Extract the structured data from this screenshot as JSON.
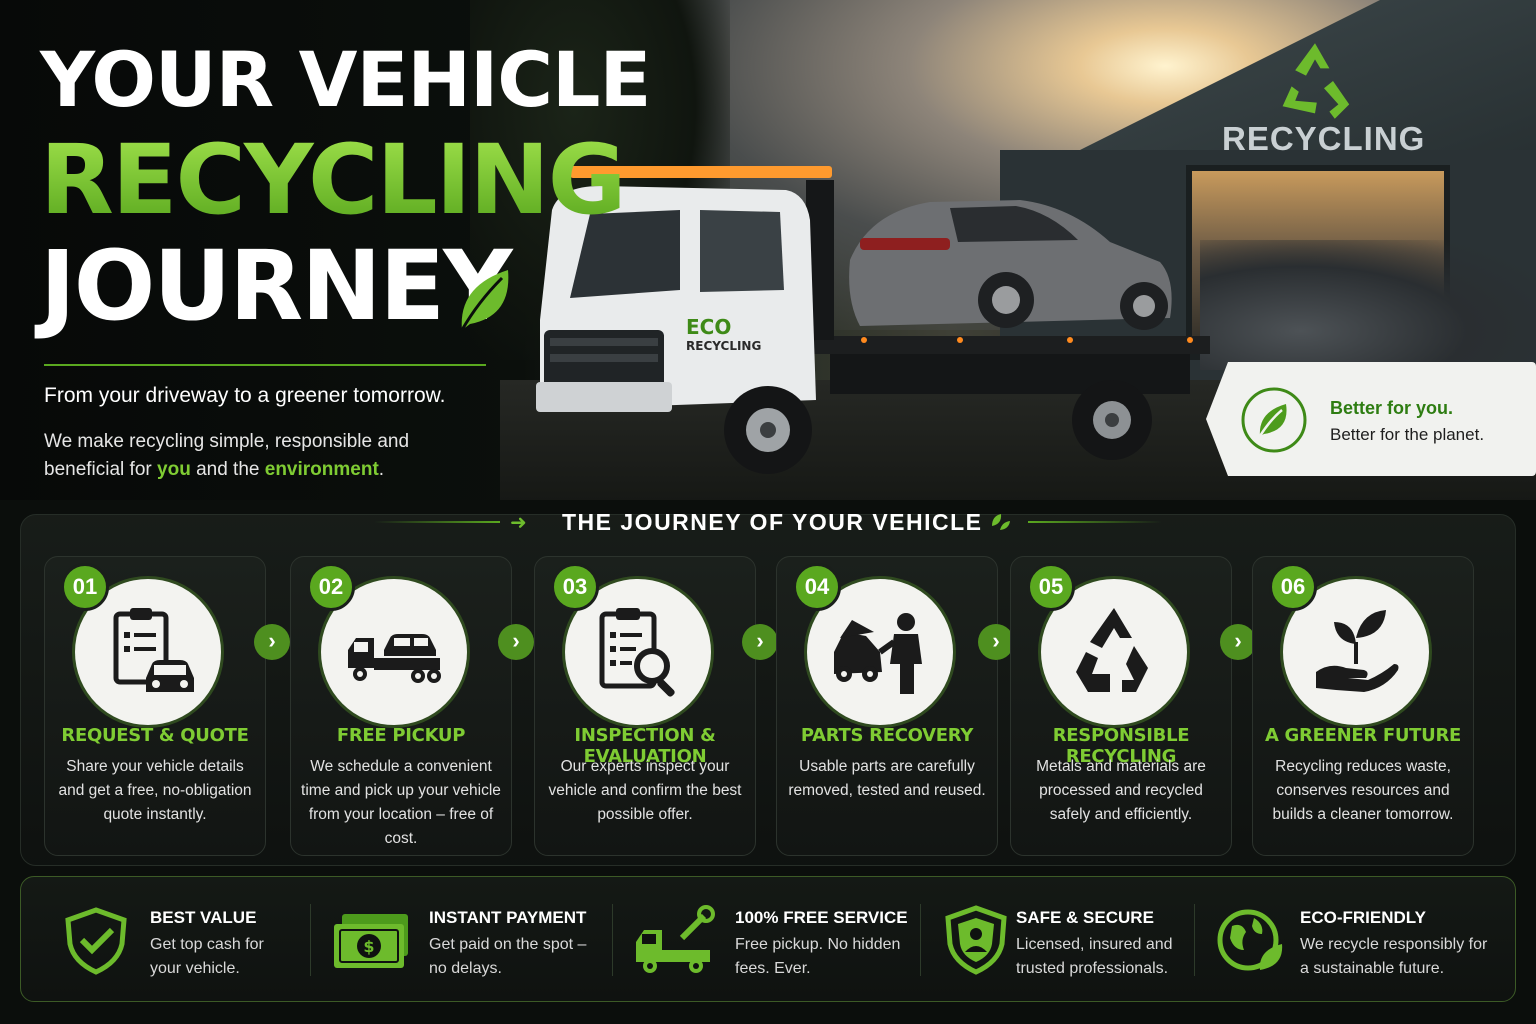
{
  "headline": {
    "line1": "YOUR VEHICLE",
    "line2": "RECYCLING",
    "line3": "JOURNEY"
  },
  "tagline": "From your driveway to a greener tomorrow.",
  "description": {
    "part1": "We make recycling simple, responsible and beneficial for ",
    "you": "you",
    "part2": " and the ",
    "environment": "environment",
    "part3": "."
  },
  "scene": {
    "warehouse_sign": "RECYCLING",
    "truck_logo_line1": "ECO",
    "truck_logo_line2": "RECYCLING"
  },
  "better": {
    "line1": "Better for you.",
    "line2": "Better for the planet."
  },
  "journey": {
    "title": "THE JOURNEY OF YOUR VEHICLE",
    "steps": [
      {
        "num": "01",
        "icon": "clipboard-car-icon",
        "title": "REQUEST & QUOTE",
        "text": "Share your vehicle details and get a free, no-obligation quote instantly."
      },
      {
        "num": "02",
        "icon": "tow-truck-icon",
        "title": "FREE PICKUP",
        "text": "We schedule a convenient time and pick up your vehicle from your location – free of cost."
      },
      {
        "num": "03",
        "icon": "inspection-clipboard-icon",
        "title": "INSPECTION & EVALUATION",
        "text": "Our experts inspect your vehicle and confirm the best possible offer."
      },
      {
        "num": "04",
        "icon": "mechanic-car-icon",
        "title": "PARTS RECOVERY",
        "text": "Usable parts are carefully removed, tested and reused."
      },
      {
        "num": "05",
        "icon": "recycle-icon",
        "title": "RESPONSIBLE RECYCLING",
        "text": "Metals and materials are processed and recycled safely and efficiently."
      },
      {
        "num": "06",
        "icon": "plant-hand-icon",
        "title": "A GREENER FUTURE",
        "text": "Recycling reduces waste, conserves resources and builds a cleaner tomorrow."
      }
    ]
  },
  "benefits": [
    {
      "icon": "shield-check-icon",
      "title": "BEST VALUE",
      "text": "Get top cash for your vehicle."
    },
    {
      "icon": "cash-icon",
      "title": "INSTANT PAYMENT",
      "text": "Get paid on the spot – no delays."
    },
    {
      "icon": "tow-service-icon",
      "title": "100% FREE SERVICE",
      "text": "Free pickup. No hidden fees. Ever."
    },
    {
      "icon": "shield-person-icon",
      "title": "SAFE & SECURE",
      "text": "Licensed, insured and trusted professionals."
    },
    {
      "icon": "globe-leaf-icon",
      "title": "ECO-FRIENDLY",
      "text": "We recycle responsibly for a sustainable future."
    }
  ],
  "colors": {
    "accent": "#6dbb2c",
    "accent_dark": "#5aa81f",
    "background": "#0b0e0c"
  }
}
